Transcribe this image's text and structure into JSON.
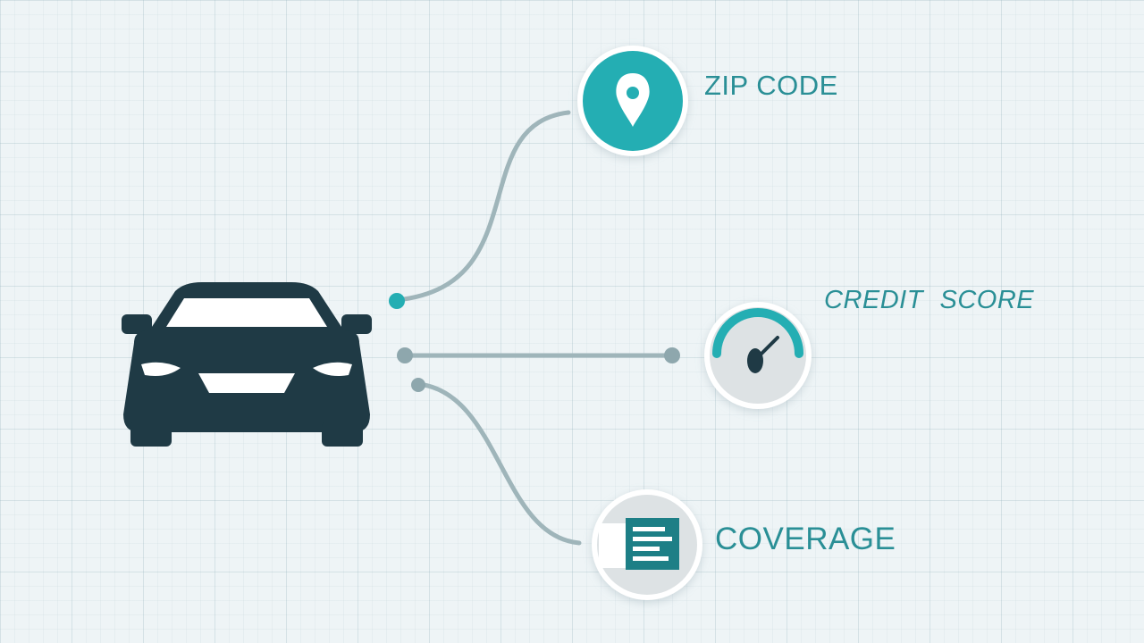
{
  "colors": {
    "car": "#1f3a45",
    "teal": "#24aeb3",
    "connector": "#9fb5ba",
    "label": "#2a8f96",
    "badge_bg": "#dde2e4"
  },
  "nodes": {
    "zip": {
      "label": "ZIP CODE",
      "icon": "location-pin-icon"
    },
    "credit": {
      "label": "CREDIT  SCORE",
      "icon": "gauge-icon"
    },
    "coverage": {
      "label": "COVERAGE",
      "icon": "document-icon"
    }
  }
}
